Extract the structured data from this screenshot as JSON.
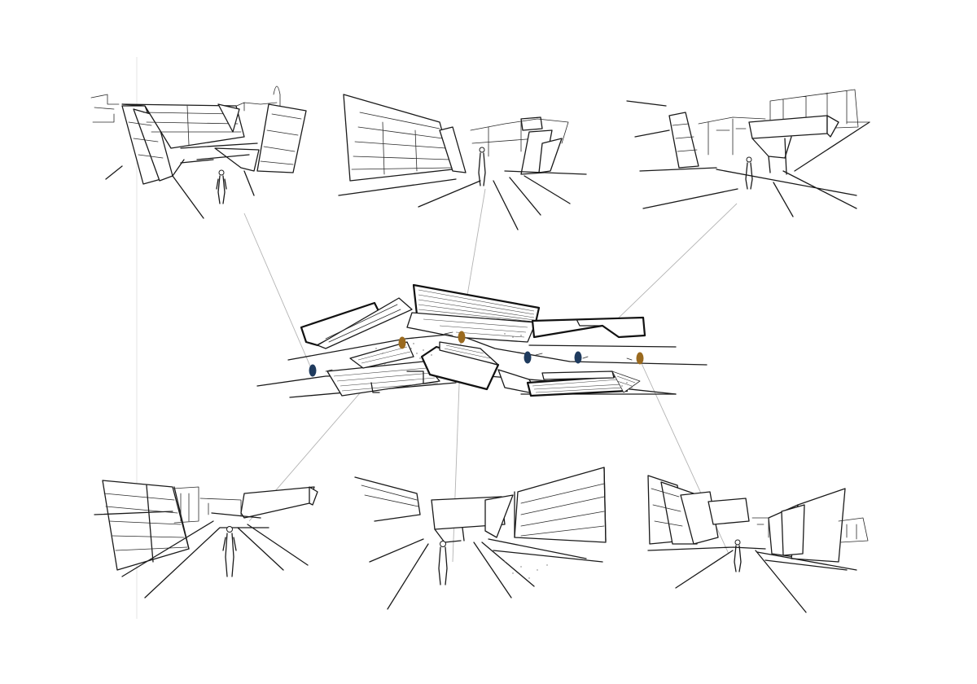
{
  "sheet": {
    "background": "#ffffff",
    "ink": "#1a1a1a",
    "leader_color": "#b3b3b3"
  },
  "viewpoint_colors": {
    "blue": "#1f3b5e",
    "gold": "#9a6a1f"
  },
  "viewpoints": [
    {
      "id": "vp-1",
      "color": "blue"
    },
    {
      "id": "vp-2",
      "color": "gold"
    },
    {
      "id": "vp-3",
      "color": "gold"
    },
    {
      "id": "vp-4",
      "color": "blue"
    },
    {
      "id": "vp-5",
      "color": "blue"
    },
    {
      "id": "vp-6",
      "color": "gold"
    }
  ],
  "perspective_sketches": [
    {
      "id": "sketch-top-left"
    },
    {
      "id": "sketch-top-center"
    },
    {
      "id": "sketch-top-right"
    },
    {
      "id": "sketch-bottom-left"
    },
    {
      "id": "sketch-bottom-center"
    },
    {
      "id": "sketch-bottom-right"
    }
  ]
}
